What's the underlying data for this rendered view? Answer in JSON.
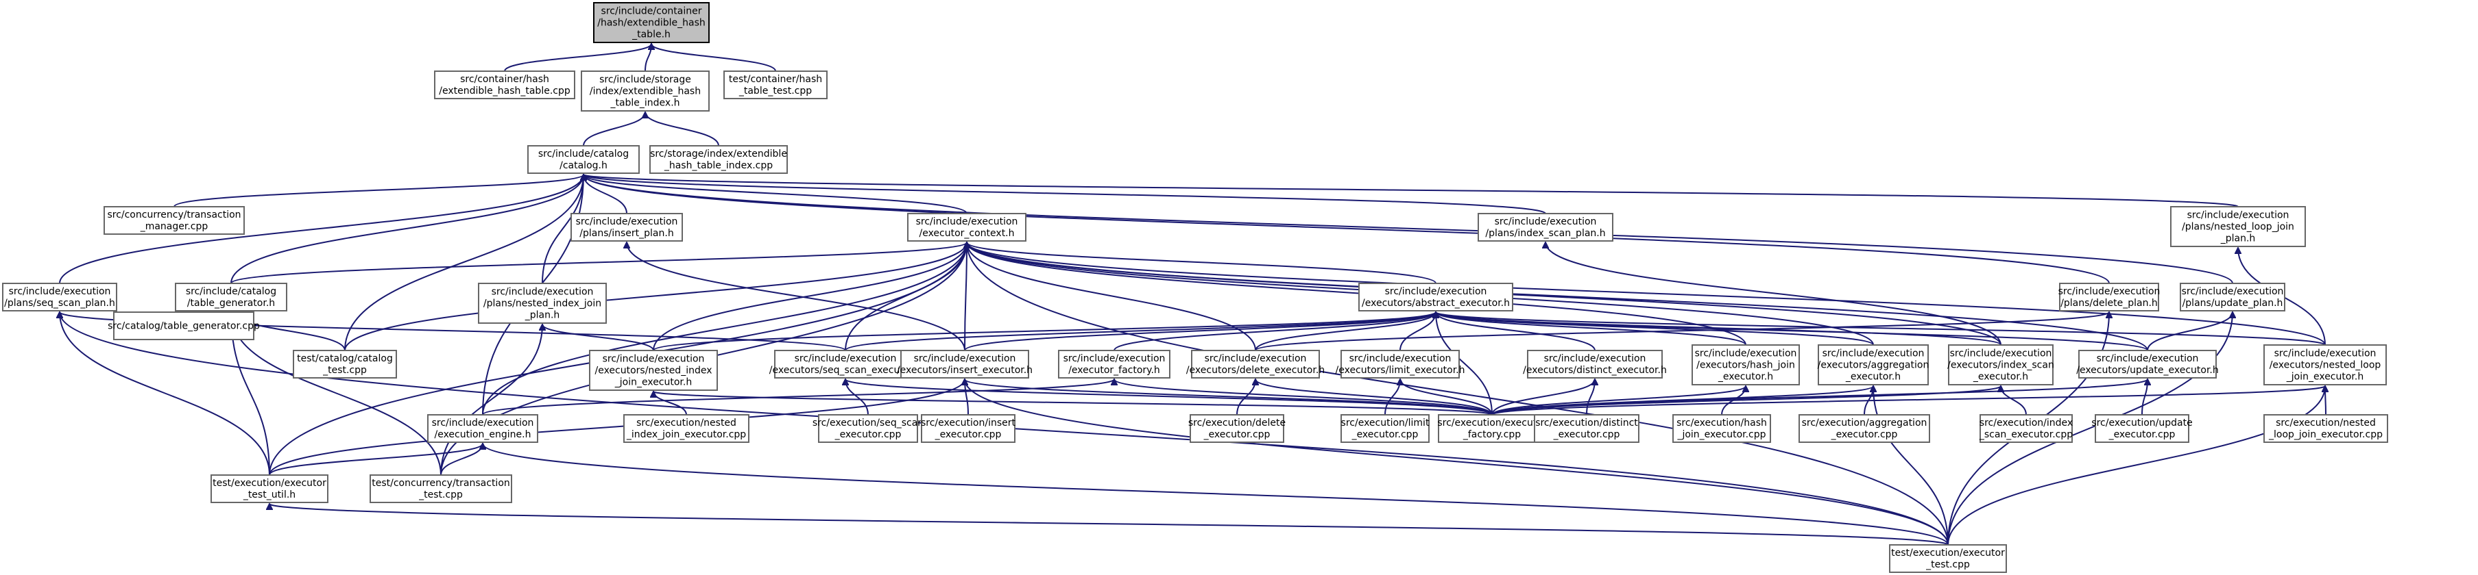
{
  "nodes": [
    {
      "id": "root",
      "lines": [
        "src/include/container",
        "/hash/extendible_hash",
        "_table.h"
      ]
    },
    {
      "id": "ext_hash_cpp",
      "lines": [
        "src/container/hash",
        "/extendible_hash_table.cpp"
      ]
    },
    {
      "id": "ext_index_h",
      "lines": [
        "src/include/storage",
        "/index/extendible_hash",
        "_table_index.h"
      ]
    },
    {
      "id": "hash_test",
      "lines": [
        "test/container/hash",
        "_table_test.cpp"
      ]
    },
    {
      "id": "catalog_h",
      "lines": [
        "src/include/catalog",
        "/catalog.h"
      ]
    },
    {
      "id": "ext_index_cpp",
      "lines": [
        "src/storage/index/extendible",
        "_hash_table_index.cpp"
      ]
    },
    {
      "id": "txn_manager",
      "lines": [
        "src/concurrency/transaction",
        "_manager.cpp"
      ]
    },
    {
      "id": "insert_plan",
      "lines": [
        "src/include/execution",
        "/plans/insert_plan.h"
      ]
    },
    {
      "id": "exec_ctx",
      "lines": [
        "src/include/execution",
        "/executor_context.h"
      ]
    },
    {
      "id": "index_scan_plan",
      "lines": [
        "src/include/execution",
        "/plans/index_scan_plan.h"
      ]
    },
    {
      "id": "nlj_plan",
      "lines": [
        "src/include/execution",
        "/plans/nested_loop_join",
        "_plan.h"
      ]
    },
    {
      "id": "seq_scan_plan",
      "lines": [
        "src/include/execution",
        "/plans/seq_scan_plan.h"
      ]
    },
    {
      "id": "table_gen_h",
      "lines": [
        "src/include/catalog",
        "/table_generator.h"
      ]
    },
    {
      "id": "nij_plan",
      "lines": [
        "src/include/execution",
        "/plans/nested_index_join",
        "_plan.h"
      ]
    },
    {
      "id": "abstract_exec",
      "lines": [
        "src/include/execution",
        "/executors/abstract_executor.h"
      ]
    },
    {
      "id": "delete_plan",
      "lines": [
        "src/include/execution",
        "/plans/delete_plan.h"
      ]
    },
    {
      "id": "update_plan",
      "lines": [
        "src/include/execution",
        "/plans/update_plan.h"
      ]
    },
    {
      "id": "table_gen_cpp",
      "lines": [
        "src/catalog/table_generator.cpp"
      ]
    },
    {
      "id": "catalog_test",
      "lines": [
        "test/catalog/catalog",
        "_test.cpp"
      ]
    },
    {
      "id": "nij_exec",
      "lines": [
        "src/include/execution",
        "/executors/nested_index",
        "_join_executor.h"
      ]
    },
    {
      "id": "seq_scan_exec",
      "lines": [
        "src/include/execution",
        "/executors/seq_scan_executor.h"
      ]
    },
    {
      "id": "insert_exec",
      "lines": [
        "src/include/execution",
        "/executors/insert_executor.h"
      ]
    },
    {
      "id": "exec_factory_h",
      "lines": [
        "src/include/execution",
        "/executor_factory.h"
      ]
    },
    {
      "id": "delete_exec",
      "lines": [
        "src/include/execution",
        "/executors/delete_executor.h"
      ]
    },
    {
      "id": "limit_exec",
      "lines": [
        "src/include/execution",
        "/executors/limit_executor.h"
      ]
    },
    {
      "id": "distinct_exec",
      "lines": [
        "src/include/execution",
        "/executors/distinct_executor.h"
      ]
    },
    {
      "id": "hash_join_exec",
      "lines": [
        "src/include/execution",
        "/executors/hash_join",
        "_executor.h"
      ]
    },
    {
      "id": "agg_exec",
      "lines": [
        "src/include/execution",
        "/executors/aggregation",
        "_executor.h"
      ]
    },
    {
      "id": "index_scan_exec",
      "lines": [
        "src/include/execution",
        "/executors/index_scan",
        "_executor.h"
      ]
    },
    {
      "id": "update_exec",
      "lines": [
        "src/include/execution",
        "/executors/update_executor.h"
      ]
    },
    {
      "id": "nlj_exec",
      "lines": [
        "src/include/execution",
        "/executors/nested_loop",
        "_join_executor.h"
      ]
    },
    {
      "id": "exec_engine",
      "lines": [
        "src/include/execution",
        "/execution_engine.h"
      ]
    },
    {
      "id": "nij_exec_cpp",
      "lines": [
        "src/execution/nested",
        "_index_join_executor.cpp"
      ]
    },
    {
      "id": "seq_scan_cpp",
      "lines": [
        "src/execution/seq_scan",
        "_executor.cpp"
      ]
    },
    {
      "id": "insert_cpp",
      "lines": [
        "src/execution/insert",
        "_executor.cpp"
      ]
    },
    {
      "id": "delete_cpp",
      "lines": [
        "src/execution/delete",
        "_executor.cpp"
      ]
    },
    {
      "id": "limit_cpp",
      "lines": [
        "src/execution/limit",
        "_executor.cpp"
      ]
    },
    {
      "id": "exec_factory_cpp",
      "lines": [
        "src/execution/executor",
        "_factory.cpp"
      ]
    },
    {
      "id": "distinct_cpp",
      "lines": [
        "src/execution/distinct",
        "_executor.cpp"
      ]
    },
    {
      "id": "hash_join_cpp",
      "lines": [
        "src/execution/hash",
        "_join_executor.cpp"
      ]
    },
    {
      "id": "agg_cpp",
      "lines": [
        "src/execution/aggregation",
        "_executor.cpp"
      ]
    },
    {
      "id": "index_scan_cpp",
      "lines": [
        "src/execution/index",
        "_scan_executor.cpp"
      ]
    },
    {
      "id": "update_cpp",
      "lines": [
        "src/execution/update",
        "_executor.cpp"
      ]
    },
    {
      "id": "nlj_cpp",
      "lines": [
        "src/execution/nested",
        "_loop_join_executor.cpp"
      ]
    },
    {
      "id": "exec_util",
      "lines": [
        "test/execution/executor",
        "_test_util.h"
      ]
    },
    {
      "id": "txn_test",
      "lines": [
        "test/concurrency/transaction",
        "_test.cpp"
      ]
    },
    {
      "id": "exec_test",
      "lines": [
        "test/execution/executor",
        "_test.cpp"
      ]
    }
  ],
  "edges": [
    [
      "ext_hash_cpp",
      "root"
    ],
    [
      "ext_index_h",
      "root"
    ],
    [
      "hash_test",
      "root"
    ],
    [
      "catalog_h",
      "ext_index_h"
    ],
    [
      "ext_index_cpp",
      "ext_index_h"
    ],
    [
      "txn_manager",
      "catalog_h"
    ],
    [
      "insert_plan",
      "catalog_h"
    ],
    [
      "exec_ctx",
      "catalog_h"
    ],
    [
      "index_scan_plan",
      "catalog_h"
    ],
    [
      "nlj_plan",
      "catalog_h"
    ],
    [
      "seq_scan_plan",
      "catalog_h"
    ],
    [
      "table_gen_h",
      "catalog_h"
    ],
    [
      "nij_plan",
      "catalog_h"
    ],
    [
      "delete_plan",
      "catalog_h"
    ],
    [
      "update_plan",
      "catalog_h"
    ],
    [
      "catalog_test",
      "catalog_h"
    ],
    [
      "exec_engine",
      "catalog_h"
    ],
    [
      "table_gen_h",
      "exec_ctx"
    ],
    [
      "catalog_test",
      "exec_ctx"
    ],
    [
      "abstract_exec",
      "exec_ctx"
    ],
    [
      "nij_exec",
      "exec_ctx"
    ],
    [
      "seq_scan_exec",
      "exec_ctx"
    ],
    [
      "insert_exec",
      "exec_ctx"
    ],
    [
      "delete_exec",
      "exec_ctx"
    ],
    [
      "hash_join_exec",
      "exec_ctx"
    ],
    [
      "agg_exec",
      "exec_ctx"
    ],
    [
      "index_scan_exec",
      "exec_ctx"
    ],
    [
      "update_exec",
      "exec_ctx"
    ],
    [
      "nlj_exec",
      "exec_ctx"
    ],
    [
      "exec_engine",
      "exec_ctx"
    ],
    [
      "exec_util",
      "exec_ctx"
    ],
    [
      "txn_test",
      "exec_ctx"
    ],
    [
      "exec_test",
      "exec_ctx"
    ],
    [
      "insert_exec",
      "insert_plan"
    ],
    [
      "index_scan_exec",
      "index_scan_plan"
    ],
    [
      "nlj_exec",
      "nlj_plan"
    ],
    [
      "seq_scan_exec",
      "seq_scan_plan"
    ],
    [
      "exec_util",
      "seq_scan_plan"
    ],
    [
      "exec_test",
      "seq_scan_plan"
    ],
    [
      "table_gen_cpp",
      "table_gen_h"
    ],
    [
      "catalog_test",
      "table_gen_h"
    ],
    [
      "exec_util",
      "table_gen_h"
    ],
    [
      "txn_test",
      "table_gen_h"
    ],
    [
      "nij_exec",
      "nij_plan"
    ],
    [
      "txn_test",
      "nij_plan"
    ],
    [
      "delete_exec",
      "delete_plan"
    ],
    [
      "exec_test",
      "delete_plan"
    ],
    [
      "update_exec",
      "update_plan"
    ],
    [
      "exec_test",
      "update_plan"
    ],
    [
      "nij_exec",
      "abstract_exec"
    ],
    [
      "seq_scan_exec",
      "abstract_exec"
    ],
    [
      "insert_exec",
      "abstract_exec"
    ],
    [
      "exec_factory_h",
      "abstract_exec"
    ],
    [
      "delete_exec",
      "abstract_exec"
    ],
    [
      "limit_exec",
      "abstract_exec"
    ],
    [
      "distinct_exec",
      "abstract_exec"
    ],
    [
      "hash_join_exec",
      "abstract_exec"
    ],
    [
      "agg_exec",
      "abstract_exec"
    ],
    [
      "index_scan_exec",
      "abstract_exec"
    ],
    [
      "update_exec",
      "abstract_exec"
    ],
    [
      "nlj_exec",
      "abstract_exec"
    ],
    [
      "exec_factory_cpp",
      "abstract_exec"
    ],
    [
      "nij_exec_cpp",
      "nij_exec"
    ],
    [
      "exec_factory_cpp",
      "nij_exec"
    ],
    [
      "seq_scan_cpp",
      "seq_scan_exec"
    ],
    [
      "exec_factory_cpp",
      "seq_scan_exec"
    ],
    [
      "insert_cpp",
      "insert_exec"
    ],
    [
      "exec_factory_cpp",
      "insert_exec"
    ],
    [
      "exec_util",
      "insert_exec"
    ],
    [
      "exec_test",
      "insert_exec"
    ],
    [
      "exec_engine",
      "exec_factory_h"
    ],
    [
      "exec_factory_cpp",
      "exec_factory_h"
    ],
    [
      "delete_cpp",
      "delete_exec"
    ],
    [
      "exec_factory_cpp",
      "delete_exec"
    ],
    [
      "limit_cpp",
      "limit_exec"
    ],
    [
      "exec_factory_cpp",
      "limit_exec"
    ],
    [
      "distinct_cpp",
      "distinct_exec"
    ],
    [
      "exec_factory_cpp",
      "distinct_exec"
    ],
    [
      "hash_join_cpp",
      "hash_join_exec"
    ],
    [
      "exec_factory_cpp",
      "hash_join_exec"
    ],
    [
      "agg_cpp",
      "agg_exec"
    ],
    [
      "exec_factory_cpp",
      "agg_exec"
    ],
    [
      "exec_test",
      "agg_exec"
    ],
    [
      "index_scan_cpp",
      "index_scan_exec"
    ],
    [
      "exec_factory_cpp",
      "index_scan_exec"
    ],
    [
      "update_cpp",
      "update_exec"
    ],
    [
      "exec_factory_cpp",
      "update_exec"
    ],
    [
      "nlj_cpp",
      "nlj_exec"
    ],
    [
      "exec_factory_cpp",
      "nlj_exec"
    ],
    [
      "exec_test",
      "nlj_exec"
    ],
    [
      "exec_util",
      "exec_engine"
    ],
    [
      "txn_test",
      "exec_engine"
    ],
    [
      "exec_test",
      "exec_engine"
    ],
    [
      "exec_test",
      "exec_util"
    ]
  ]
}
